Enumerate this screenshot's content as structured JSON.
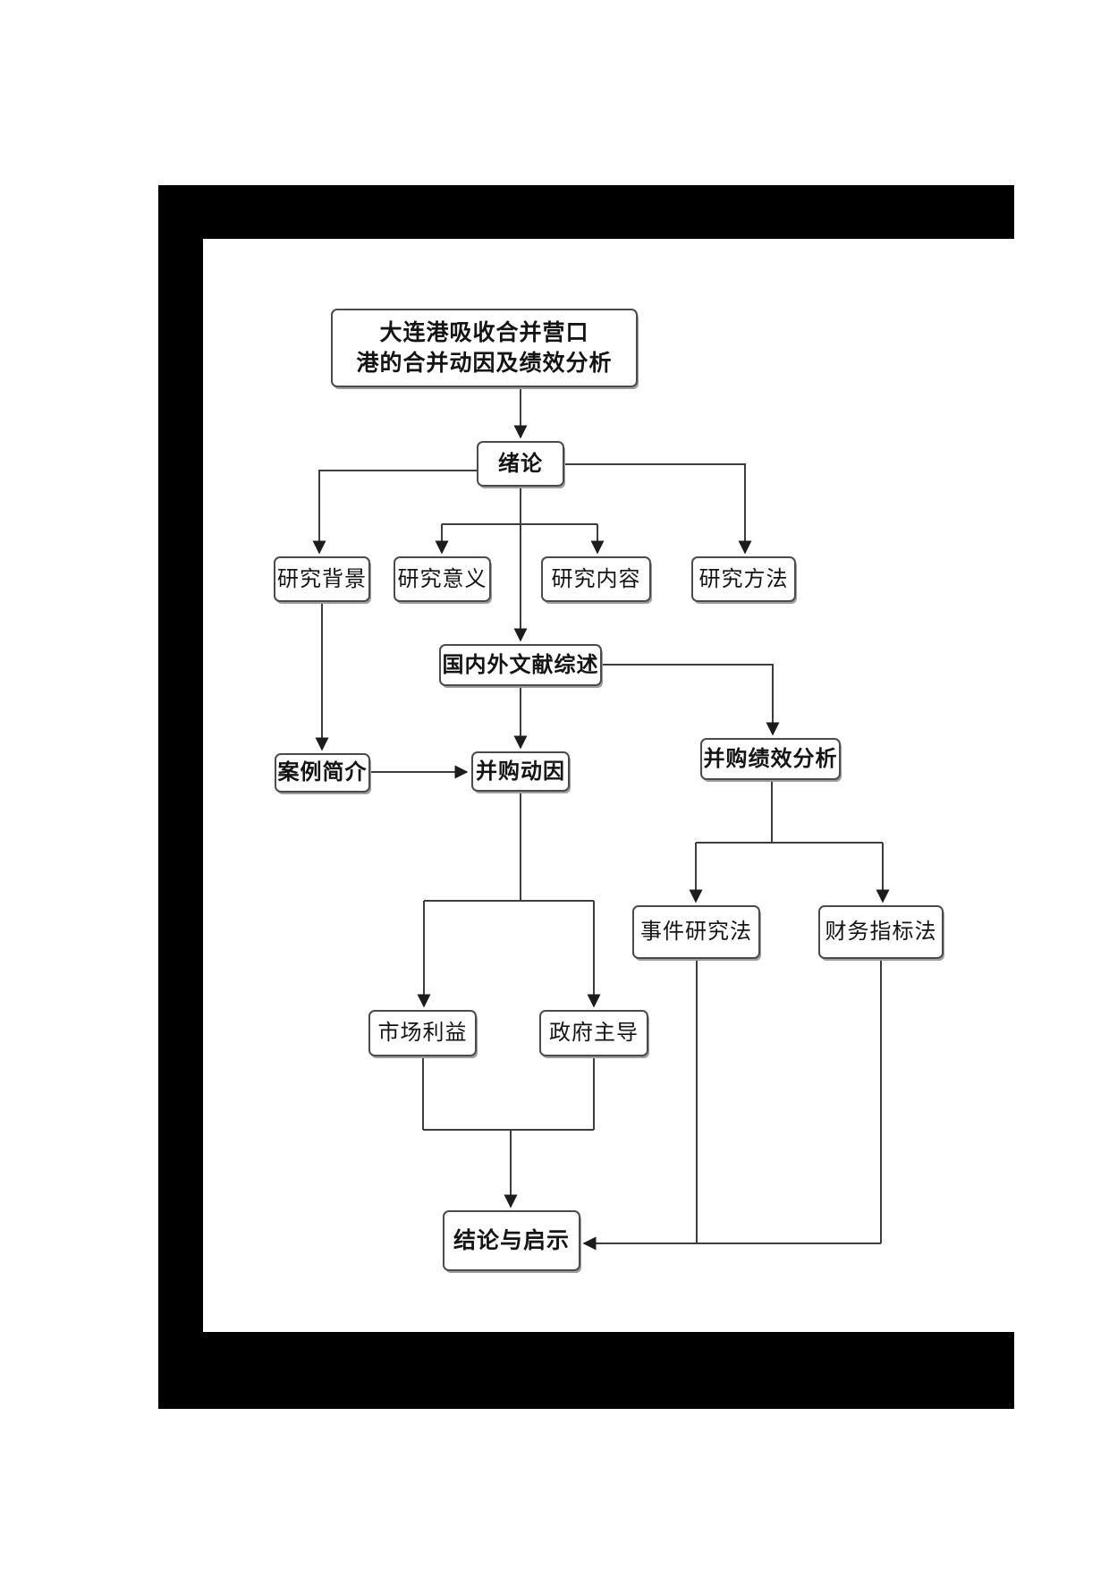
{
  "page": {
    "kind": "scanned thesis figure page",
    "background": "#ffffff"
  },
  "colors": {
    "frame": "#000000",
    "connector": "#3d3d3d",
    "arrowhead": "#1c1c1c",
    "box_border": "#4b4b4b",
    "box_fill": "#ffffff",
    "text": "#141414"
  },
  "diagram": {
    "type": "flowchart",
    "nodes": {
      "title": {
        "label": "大连港吸收合并营口港的合并动因及绩效分析",
        "lines": [
          "大连港吸收合并营口",
          "港的合并动因及绩效分析"
        ]
      },
      "introduction": {
        "label": "绪论"
      },
      "research_background": {
        "label": "研究背景"
      },
      "research_significance": {
        "label": "研究意义"
      },
      "research_content": {
        "label": "研究内容"
      },
      "research_method": {
        "label": "研究方法"
      },
      "literature_review": {
        "label": "国内外文献综述"
      },
      "case_introduction": {
        "label": "案例简介"
      },
      "merger_motivation": {
        "label": "并购动因"
      },
      "merger_performance": {
        "label": "并购绩效分析"
      },
      "event_study": {
        "label": "事件研究法"
      },
      "financial_index": {
        "label": "财务指标法"
      },
      "market_interest": {
        "label": "市场利益"
      },
      "government_led": {
        "label": "政府主导"
      },
      "conclusion": {
        "label": "结论与启示"
      }
    },
    "edges": [
      {
        "from": "title",
        "to": "introduction"
      },
      {
        "from": "introduction",
        "to": "research_background"
      },
      {
        "from": "introduction",
        "to": "research_significance"
      },
      {
        "from": "introduction",
        "to": "research_content"
      },
      {
        "from": "introduction",
        "to": "research_method"
      },
      {
        "from": "introduction",
        "to": "literature_review"
      },
      {
        "from": "research_background",
        "to": "case_introduction"
      },
      {
        "from": "literature_review",
        "to": "merger_motivation"
      },
      {
        "from": "literature_review",
        "to": "merger_performance"
      },
      {
        "from": "case_introduction",
        "to": "merger_motivation"
      },
      {
        "from": "merger_motivation",
        "to": "market_interest"
      },
      {
        "from": "merger_motivation",
        "to": "government_led"
      },
      {
        "from": "merger_performance",
        "to": "event_study"
      },
      {
        "from": "merger_performance",
        "to": "financial_index"
      },
      {
        "from": "market_interest",
        "to": "conclusion"
      },
      {
        "from": "government_led",
        "to": "conclusion"
      },
      {
        "from": "event_study",
        "to": "conclusion"
      },
      {
        "from": "financial_index",
        "to": "conclusion"
      }
    ]
  }
}
